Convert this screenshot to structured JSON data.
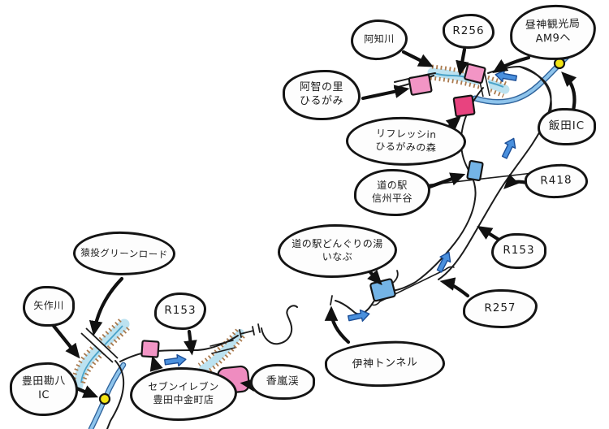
{
  "map_title": "hand-drawn driving route map (Toyota to Hirugami)",
  "bubbles": [
    {
      "id": "achi-river",
      "text": "阿知川"
    },
    {
      "id": "route-256",
      "text": "R256"
    },
    {
      "id": "hirugami-tourist-office",
      "text": "昼神観光局\nAM9へ"
    },
    {
      "id": "iida-ic",
      "text": "飯田IC"
    },
    {
      "id": "achi-no-sato-hirugami",
      "text": "阿智の里\nひるがみ"
    },
    {
      "id": "refresh-in-hirugami-no-mori",
      "text": "リフレッシin\nひるがみの森"
    },
    {
      "id": "michinoeki-shinshu-hiraya",
      "text": "道の駅\n信州平谷"
    },
    {
      "id": "route-418",
      "text": "R418"
    },
    {
      "id": "route-153-east",
      "text": "R153"
    },
    {
      "id": "michinoeki-donguri-no-yu-inabu",
      "text": "道の駅どんぐりの湯\nいなぶ"
    },
    {
      "id": "route-257",
      "text": "R257"
    },
    {
      "id": "ikami-tunnel",
      "text": "伊神トンネル"
    },
    {
      "id": "sanage-greenroad",
      "text": "猿投グリーンロード"
    },
    {
      "id": "yahagi-river",
      "text": "矢作川"
    },
    {
      "id": "toyota-kanpachi-ic",
      "text": "豊田勘八\nIC"
    },
    {
      "id": "route-153-west",
      "text": "R153"
    },
    {
      "id": "seven-eleven-toyota-nakagane",
      "text": "セブンイレブン\n豊田中金町店"
    },
    {
      "id": "korankei",
      "text": "香嵐渓"
    }
  ],
  "markers": [
    {
      "id": "poi-achi-no-sato",
      "shape": "square",
      "color": "#f295c5"
    },
    {
      "id": "poi-hirugami-tourist-office",
      "shape": "square",
      "color": "#f295c5"
    },
    {
      "id": "poi-refresh-in",
      "shape": "square",
      "color": "#e8437f"
    },
    {
      "id": "poi-shinshu-hiraya",
      "shape": "square",
      "color": "#74b4e6"
    },
    {
      "id": "poi-donguri-no-yu",
      "shape": "square",
      "color": "#74b4e6"
    },
    {
      "id": "poi-seven-eleven",
      "shape": "square",
      "color": "#f295c5"
    },
    {
      "id": "poi-korankei",
      "shape": "rounded-square",
      "color": "#ef8cc0"
    },
    {
      "id": "ic-dot-iida",
      "shape": "dot",
      "color": "#f3e515"
    },
    {
      "id": "ic-dot-kanpachi",
      "shape": "dot",
      "color": "#f3e515"
    }
  ],
  "colors": {
    "road_black": "#1c1c1c",
    "arrow_black": "#111111",
    "marker_outline": "#151515",
    "marker_pink": "#f295c5",
    "marker_deep_pink": "#e8437f",
    "marker_blue": "#74b4e6",
    "marker_pink_round": "#ef8cc0",
    "ic_dot_yellow": "#f3e515",
    "direction_arrow_blue": "#4a90dd",
    "direction_arrow_outline": "#1a4d96",
    "river_water": "#bce2f0",
    "river_wave": "#4aa3c9",
    "river_bank": "#aa7a4e",
    "highway_outer": "#2f639b",
    "highway_inner": "#8ec4ec"
  }
}
